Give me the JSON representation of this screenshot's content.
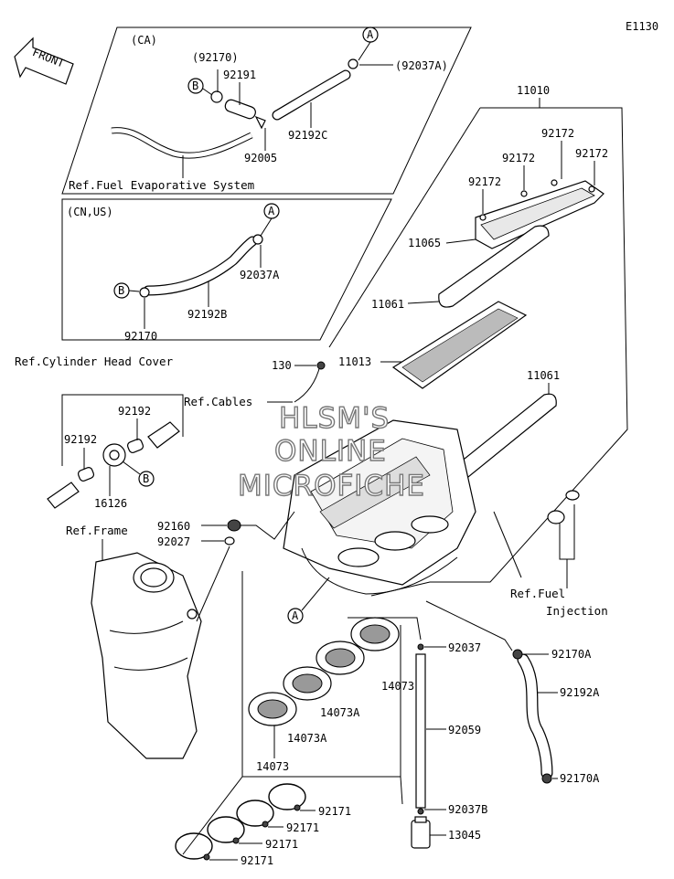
{
  "diagram": {
    "code": "E1130",
    "front_label": "FRONT",
    "watermark": [
      "HLSM'S",
      "ONLINE",
      "MICROFICHE"
    ],
    "markers": {
      "a": "A",
      "b": "B"
    },
    "boxes": {
      "ca": {
        "title": "(CA)",
        "ref": "Ref.Fuel Evaporative System"
      },
      "cn_us": {
        "title": "(CN,US)"
      }
    },
    "refs": {
      "cylinder_head_cover": "Ref.Cylinder Head Cover",
      "cables": "Ref.Cables",
      "frame": "Ref.Frame",
      "fuel_injection_1": "Ref.Fuel",
      "fuel_injection_2": "Injection"
    },
    "parts": {
      "p92170_paren": "(92170)",
      "p92191": "92191",
      "p92037A_paren": "(92037A)",
      "p92192C": "92192C",
      "p92005": "92005",
      "p92037A_cn": "92037A",
      "p92192B": "92192B",
      "p92170_cn": "92170",
      "p11010": "11010",
      "p92172_a": "92172",
      "p92172_b": "92172",
      "p92172_c": "92172",
      "p92172_d": "92172",
      "p11065": "11065",
      "p11061_a": "11061",
      "p11013": "11013",
      "p11061_b": "11061",
      "p130": "130",
      "p92192_a": "92192",
      "p92192_b": "92192",
      "p16126": "16126",
      "p92160": "92160",
      "p92027": "92027",
      "p92037": "92037",
      "p92170A_a": "92170A",
      "p92192A": "92192A",
      "p14073_a": "14073",
      "p14073A_a": "14073A",
      "p14073A_b": "14073A",
      "p14073_b": "14073",
      "p92059": "92059",
      "p92170A_b": "92170A",
      "p92171_a": "92171",
      "p92171_b": "92171",
      "p92171_c": "92171",
      "p92171_d": "92171",
      "p92037B": "92037B",
      "p13045": "13045"
    }
  }
}
